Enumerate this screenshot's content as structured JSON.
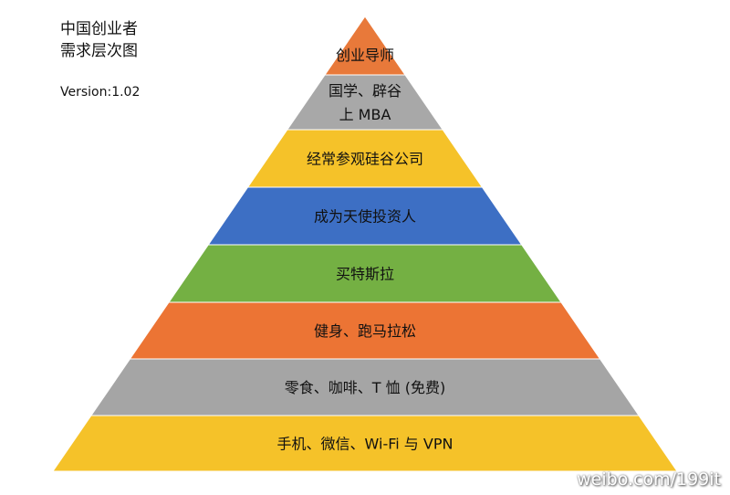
{
  "header": {
    "title_line1": "中国创业者",
    "title_line2": "需求层次图",
    "version": "Version:1.02"
  },
  "pyramid": {
    "levels": [
      {
        "lines": [
          "创业导师"
        ],
        "color": "#E8793A"
      },
      {
        "lines": [
          "国学、辟谷",
          "上 MBA"
        ],
        "color": "#A8A8A8"
      },
      {
        "lines": [
          "经常参观硅谷公司"
        ],
        "color": "#F5C229"
      },
      {
        "lines": [
          "成为天使投资人"
        ],
        "color": "#3D6FC4"
      },
      {
        "lines": [
          "买特斯拉"
        ],
        "color": "#74B043"
      },
      {
        "lines": [
          "健身、跑马拉松"
        ],
        "color": "#EC7434"
      },
      {
        "lines": [
          "零食、咖啡、T 恤 (免费)"
        ],
        "color": "#A5A5A5"
      },
      {
        "lines": [
          "手机、微信、Wi-Fi 与 VPN"
        ],
        "color": "#F5C229"
      }
    ]
  },
  "watermark": "weibo.com/199it"
}
